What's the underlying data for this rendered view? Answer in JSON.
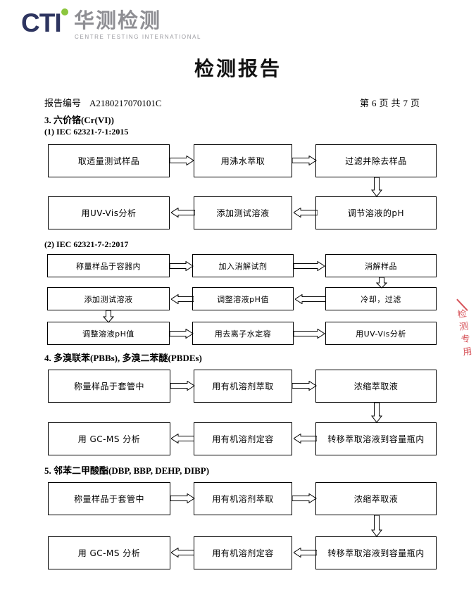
{
  "logo": {
    "mark": "CTI",
    "cn_name": "华测检测",
    "tagline": "CENTRE TESTING INTERNATIONAL",
    "mark_color": "#2e3560",
    "dot_color": "#8cc63e",
    "cn_color": "#8e8e93"
  },
  "header": {
    "title": "检测报告",
    "report_no_label": "报告编号",
    "report_no_value": "A2180217070101C",
    "page_prefix": "第",
    "page_current": "6",
    "page_unit1": "页",
    "page_total_prefix": "共",
    "page_total": "7",
    "page_unit2": "页"
  },
  "watermark": {
    "color": "#d0343c",
    "chars": [
      "检",
      "测",
      "专",
      "用"
    ]
  },
  "sections": [
    {
      "id": "cr6",
      "heading": "3. 六价铬(Cr(VI))",
      "subsections": [
        {
          "id": "iec-7-1",
          "label": "(1) IEC 62321-7-1:2015",
          "boxes": [
            "取适量测试样品",
            "用沸水萃取",
            "过滤并除去样品",
            "调节溶液的pH",
            "添加测试溶液",
            "用UV-Vis分析"
          ]
        },
        {
          "id": "iec-7-2",
          "label": "(2) IEC 62321-7-2:2017",
          "boxes": [
            "称量样品于容器内",
            "加入消解试剂",
            "消解样品",
            "冷却，过滤",
            "调整溶液pH值",
            "添加测试溶液",
            "调整溶液pH值",
            "用去离子水定容",
            "用UV-Vis分析"
          ]
        }
      ]
    },
    {
      "id": "pbb-pbde",
      "heading": "4. 多溴联苯(PBBs), 多溴二苯醚(PBDEs)",
      "subsections": [
        {
          "id": "pbb-flow",
          "label": "",
          "boxes": [
            "称量样品于套管中",
            "用有机溶剂萃取",
            "浓缩萃取液",
            "转移萃取溶液到容量瓶内",
            "用有机溶剂定容",
            "用 GC-MS 分析"
          ]
        }
      ]
    },
    {
      "id": "phthalates",
      "heading": "5. 邻苯二甲酸酯(DBP, BBP, DEHP, DIBP)",
      "subsections": [
        {
          "id": "phthalate-flow",
          "label": "",
          "boxes": [
            "称量样品于套管中",
            "用有机溶剂萃取",
            "浓缩萃取液",
            "转移萃取溶液到容量瓶内",
            "用有机溶剂定容",
            "用 GC-MS 分析"
          ]
        }
      ]
    }
  ]
}
